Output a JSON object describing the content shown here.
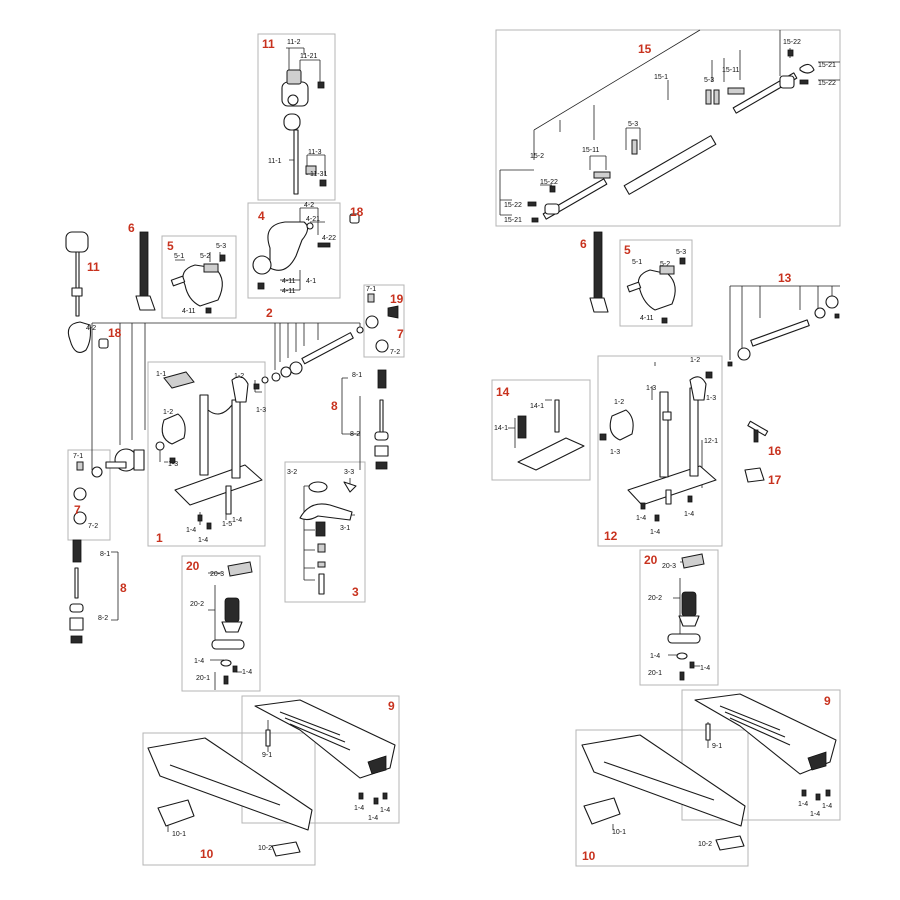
{
  "left": {
    "sections": {
      "s1": "1",
      "s2": "2",
      "s3": "3",
      "s4": "4",
      "s5": "5",
      "s6": "6",
      "s7a": "7",
      "s7b": "7",
      "s8a": "8",
      "s8b": "8",
      "s9": "9",
      "s10": "10",
      "s11a": "11",
      "s11b": "11",
      "s18a": "18",
      "s18b": "18",
      "s19": "19",
      "s20": "20"
    },
    "parts": {
      "p11_2": "11-2",
      "p11_21": "11-21",
      "p11_1": "11-1",
      "p11_3": "11-3",
      "p11_31": "11-31",
      "p4_2": "4-2",
      "p4_21": "4-21",
      "p4_22": "4-22",
      "p4_1": "4-1",
      "p4_11a": "4-11",
      "p4_11b": "4-11",
      "p5_1": "5-1",
      "p5_2": "5-2",
      "p5_3": "5-3",
      "p4_11c": "4-11",
      "p4_2b": "4-2",
      "p7_1a": "7-1",
      "p7_2a": "7-2",
      "p7_1b": "7-1",
      "p7_2b": "7-2",
      "p1_1": "1-1",
      "p1_2a": "1-2",
      "p1_2b": "1-2",
      "p1_3a": "1-3",
      "p1_3b": "1-3",
      "p1_4a": "1-4",
      "p1_4b": "1-4",
      "p1_4c": "1-4",
      "p1_5": "1-5",
      "p8_1a": "8-1",
      "p8_2a": "8-2",
      "p8_1b": "8-1",
      "p8_2b": "8-2",
      "p3_2": "3-2",
      "p3_3": "3-3",
      "p3_1": "3-1",
      "p20_3": "20-3",
      "p20_2": "20-2",
      "p1_4d": "1-4",
      "p1_4e": "1-4",
      "p20_1": "20-1",
      "p9_1": "9-1",
      "p1_4f": "1-4",
      "p1_4g": "1-4",
      "p1_4h": "1-4",
      "p10_1": "10-1",
      "p10_2": "10-2"
    }
  },
  "right": {
    "sections": {
      "s15": "15",
      "s6": "6",
      "s5": "5",
      "s13": "13",
      "s14": "14",
      "s16": "16",
      "s17": "17",
      "s12": "12",
      "s20": "20",
      "s9": "9",
      "s10": "10"
    },
    "parts": {
      "p15_22a": "15-22",
      "p15_21a": "15-21",
      "p15_22b": "15-22",
      "p15_1": "15-1",
      "p5_3a": "5-3",
      "p15_11a": "15-11",
      "p5_3b": "5-3",
      "p15_11b": "15-11",
      "p15_2": "15-2",
      "p15_22c": "15-22",
      "p15_22d": "15-22",
      "p15_21b": "15-21",
      "p5_1": "5-1",
      "p5_2": "5-2",
      "p5_3c": "5-3",
      "p4_11": "4-11",
      "p14_1a": "14-1",
      "p14_1b": "14-1",
      "p1_2a": "1-2",
      "p1_3a": "1-3",
      "p1_3b": "1-3",
      "p1_2b": "1-2",
      "p1_3c": "1-3",
      "p12_1": "12-1",
      "p1_4a": "1-4",
      "p1_4b": "1-4",
      "p1_4c": "1-4",
      "p20_3": "20-3",
      "p20_2": "20-2",
      "p1_4d": "1-4",
      "p1_4e": "1-4",
      "p20_1": "20-1",
      "p9_1": "9-1",
      "p1_4f": "1-4",
      "p1_4g": "1-4",
      "p1_4h": "1-4",
      "p10_1": "10-1",
      "p10_2": "10-2"
    }
  },
  "colors": {
    "section_label": "#c8321e",
    "box_border": "#b4b4b4",
    "ink": "#1a1a1a"
  }
}
